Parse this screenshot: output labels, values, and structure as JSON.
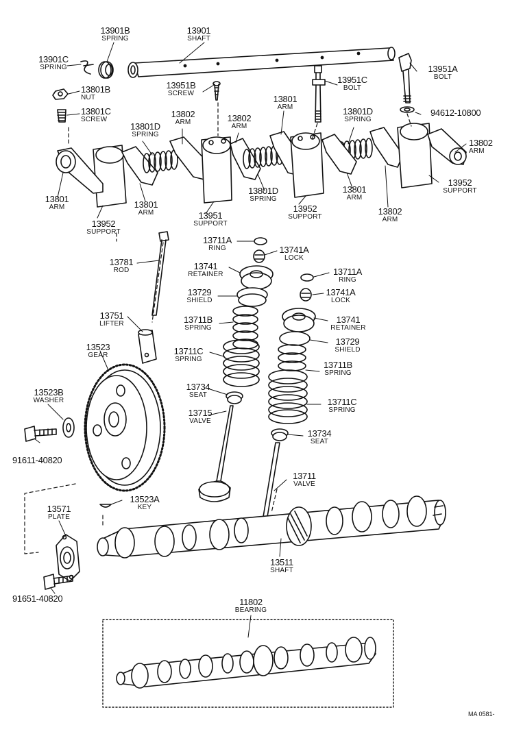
{
  "parts": {
    "p13901b": {
      "num": "13901B",
      "desc": "SPRING"
    },
    "p13901": {
      "num": "13901",
      "desc": "SHAFT"
    },
    "p13901c": {
      "num": "13901C",
      "desc": "SPRING"
    },
    "p13801b": {
      "num": "13801B",
      "desc": "NUT"
    },
    "p13951b": {
      "num": "13951B",
      "desc": "SCREW"
    },
    "p13951c": {
      "num": "13951C",
      "desc": "BOLT"
    },
    "p13951a": {
      "num": "13951A",
      "desc": "BOLT"
    },
    "p13801c": {
      "num": "13801C",
      "desc": "SCREW"
    },
    "p94612": {
      "num": "94612-10800",
      "desc": ""
    },
    "p13801_top": {
      "num": "13801",
      "desc": "ARM"
    },
    "p13802_a": {
      "num": "13802",
      "desc": "ARM"
    },
    "p13802_b": {
      "num": "13802",
      "desc": "ARM"
    },
    "p13801d_a": {
      "num": "13801D",
      "desc": "SPRING"
    },
    "p13801d_b": {
      "num": "13801D",
      "desc": "SPRING"
    },
    "p13802_right": {
      "num": "13802",
      "desc": "ARM"
    },
    "p13801_l1": {
      "num": "13801",
      "desc": "ARM"
    },
    "p13801_l2": {
      "num": "13801",
      "desc": "ARM"
    },
    "p13801d_c": {
      "num": "13801D",
      "desc": "SPRING"
    },
    "p13801_l3": {
      "num": "13801",
      "desc": "ARM"
    },
    "p13952_r": {
      "num": "13952",
      "desc": "SUPPORT"
    },
    "p13802_c": {
      "num": "13802",
      "desc": "ARM"
    },
    "p13952_l": {
      "num": "13952",
      "desc": "SUPPORT"
    },
    "p13951": {
      "num": "13951",
      "desc": "SUPPORT"
    },
    "p13952_m": {
      "num": "13952",
      "desc": "SUPPORT"
    },
    "p13711a_1": {
      "num": "13711A",
      "desc": "RING"
    },
    "p13741a_1": {
      "num": "13741A",
      "desc": "LOCK"
    },
    "p13781": {
      "num": "13781",
      "desc": "ROD"
    },
    "p13741_1": {
      "num": "13741",
      "desc": "RETAINER"
    },
    "p13711a_2": {
      "num": "13711A",
      "desc": "RING"
    },
    "p13729_1": {
      "num": "13729",
      "desc": "SHIELD"
    },
    "p13741a_2": {
      "num": "13741A",
      "desc": "LOCK"
    },
    "p13751": {
      "num": "13751",
      "desc": "LIFTER"
    },
    "p13711b_1": {
      "num": "13711B",
      "desc": "SPRING"
    },
    "p13741_2": {
      "num": "13741",
      "desc": "RETAINER"
    },
    "p13729_2": {
      "num": "13729",
      "desc": "SHIELD"
    },
    "p13523": {
      "num": "13523",
      "desc": "GEAR"
    },
    "p13711c_1": {
      "num": "13711C",
      "desc": "SPRING"
    },
    "p13711b_2": {
      "num": "13711B",
      "desc": "SPRING"
    },
    "p13523b": {
      "num": "13523B",
      "desc": "WASHER"
    },
    "p13734_1": {
      "num": "13734",
      "desc": "SEAT"
    },
    "p13711c_2": {
      "num": "13711C",
      "desc": "SPRING"
    },
    "p13715": {
      "num": "13715",
      "desc": "VALVE"
    },
    "p91611": {
      "num": "91611-40820",
      "desc": ""
    },
    "p13734_2": {
      "num": "13734",
      "desc": "SEAT"
    },
    "p13711": {
      "num": "13711",
      "desc": "VALVE"
    },
    "p13523a": {
      "num": "13523A",
      "desc": "KEY"
    },
    "p13571": {
      "num": "13571",
      "desc": "PLATE"
    },
    "p13511": {
      "num": "13511",
      "desc": "SHAFT"
    },
    "p91651": {
      "num": "91651-40820",
      "desc": ""
    },
    "p11802": {
      "num": "11802",
      "desc": "BEARING"
    }
  },
  "drawing_code": "MA 0581-"
}
